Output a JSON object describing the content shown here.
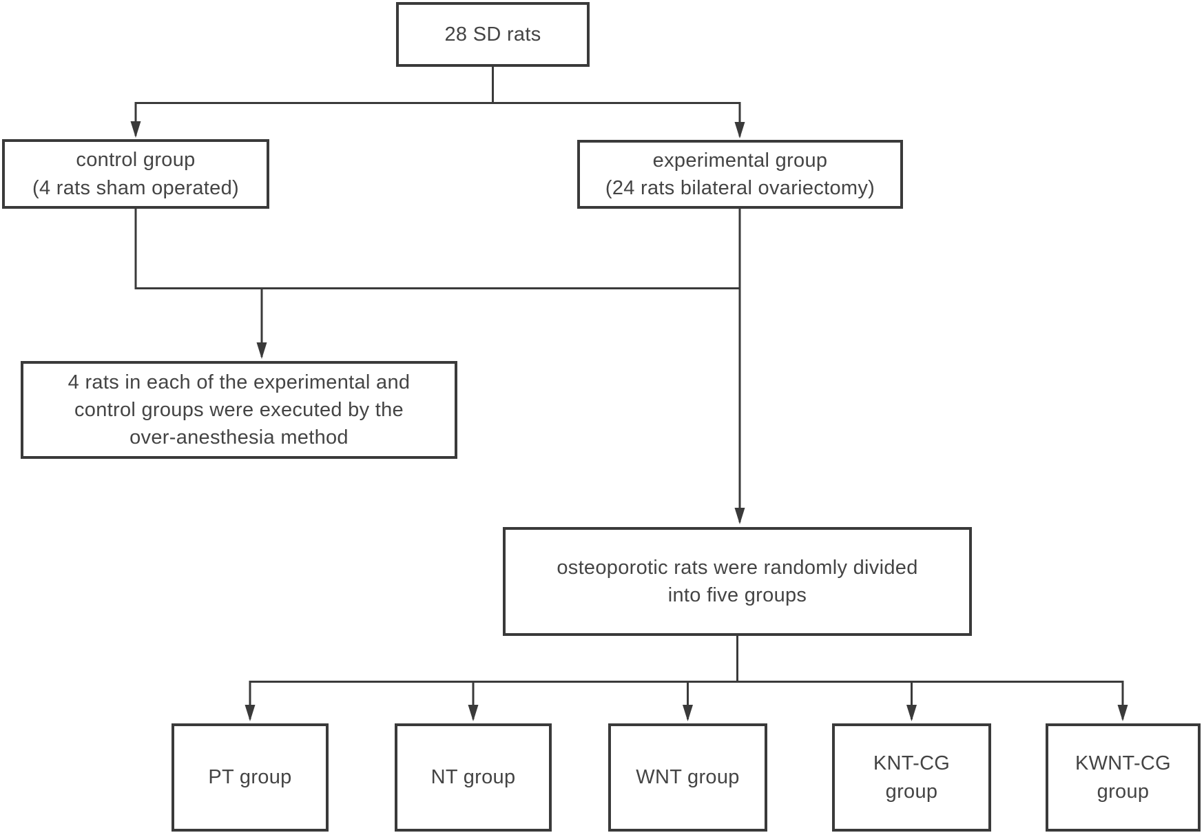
{
  "diagram": {
    "type": "flowchart",
    "nodes": {
      "total": "28 SD rats",
      "control": "control group\n(4 rats sham operated)",
      "experimental": "experimental group\n(24 rats bilateral ovariectomy)",
      "executed": "4 rats in each of the experimental and\ncontrol groups were executed by the\nover-anesthesia method",
      "divided": "osteoporotic rats were randomly divided\ninto five groups",
      "pt": "PT group",
      "nt": "NT group",
      "wnt": "WNT group",
      "knt_cg": "KNT-CG\ngroup",
      "kwnt_cg": "KWNT-CG\ngroup"
    },
    "edges": [
      {
        "from": "total",
        "to": "control"
      },
      {
        "from": "total",
        "to": "experimental"
      },
      {
        "from": "control",
        "to": "executed"
      },
      {
        "from": "experimental",
        "to": "executed"
      },
      {
        "from": "experimental",
        "to": "divided"
      },
      {
        "from": "divided",
        "to": "pt"
      },
      {
        "from": "divided",
        "to": "nt"
      },
      {
        "from": "divided",
        "to": "wnt"
      },
      {
        "from": "divided",
        "to": "knt_cg"
      },
      {
        "from": "divided",
        "to": "kwnt_cg"
      }
    ],
    "colors": {
      "line": "#3a3a3a",
      "text": "#444444",
      "background": "#ffffff",
      "node_fill": "#ffffff"
    }
  }
}
